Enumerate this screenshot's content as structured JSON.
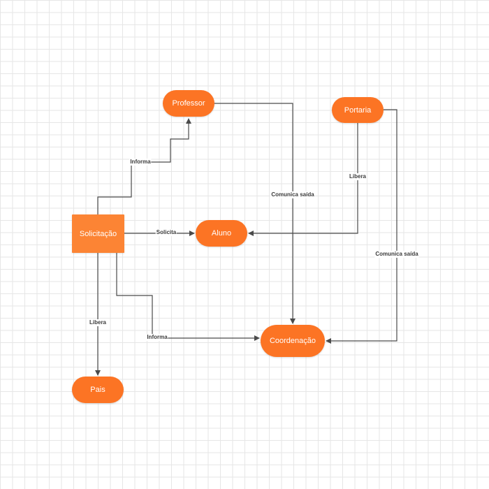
{
  "nodes": {
    "professor": "Professor",
    "portaria": "Portaria",
    "solicitacao": "Solicitação",
    "aluno": "Aluno",
    "coordenacao": "Coordenação",
    "pais": "Pais"
  },
  "edges": {
    "solicitacao_professor": "Informa",
    "solicitacao_aluno": "Solicita",
    "solicitacao_pais": "Libera",
    "solicitacao_coordenacao": "Informa",
    "professor_coordenacao": "Comunica saída",
    "portaria_aluno": "Libera",
    "portaria_coordenacao": "Comunica saída"
  },
  "colors": {
    "node_fill": "#fc7424",
    "rect_fill": "#fc8434",
    "edge": "#4a4a4a",
    "grid": "#e6e6e6"
  }
}
